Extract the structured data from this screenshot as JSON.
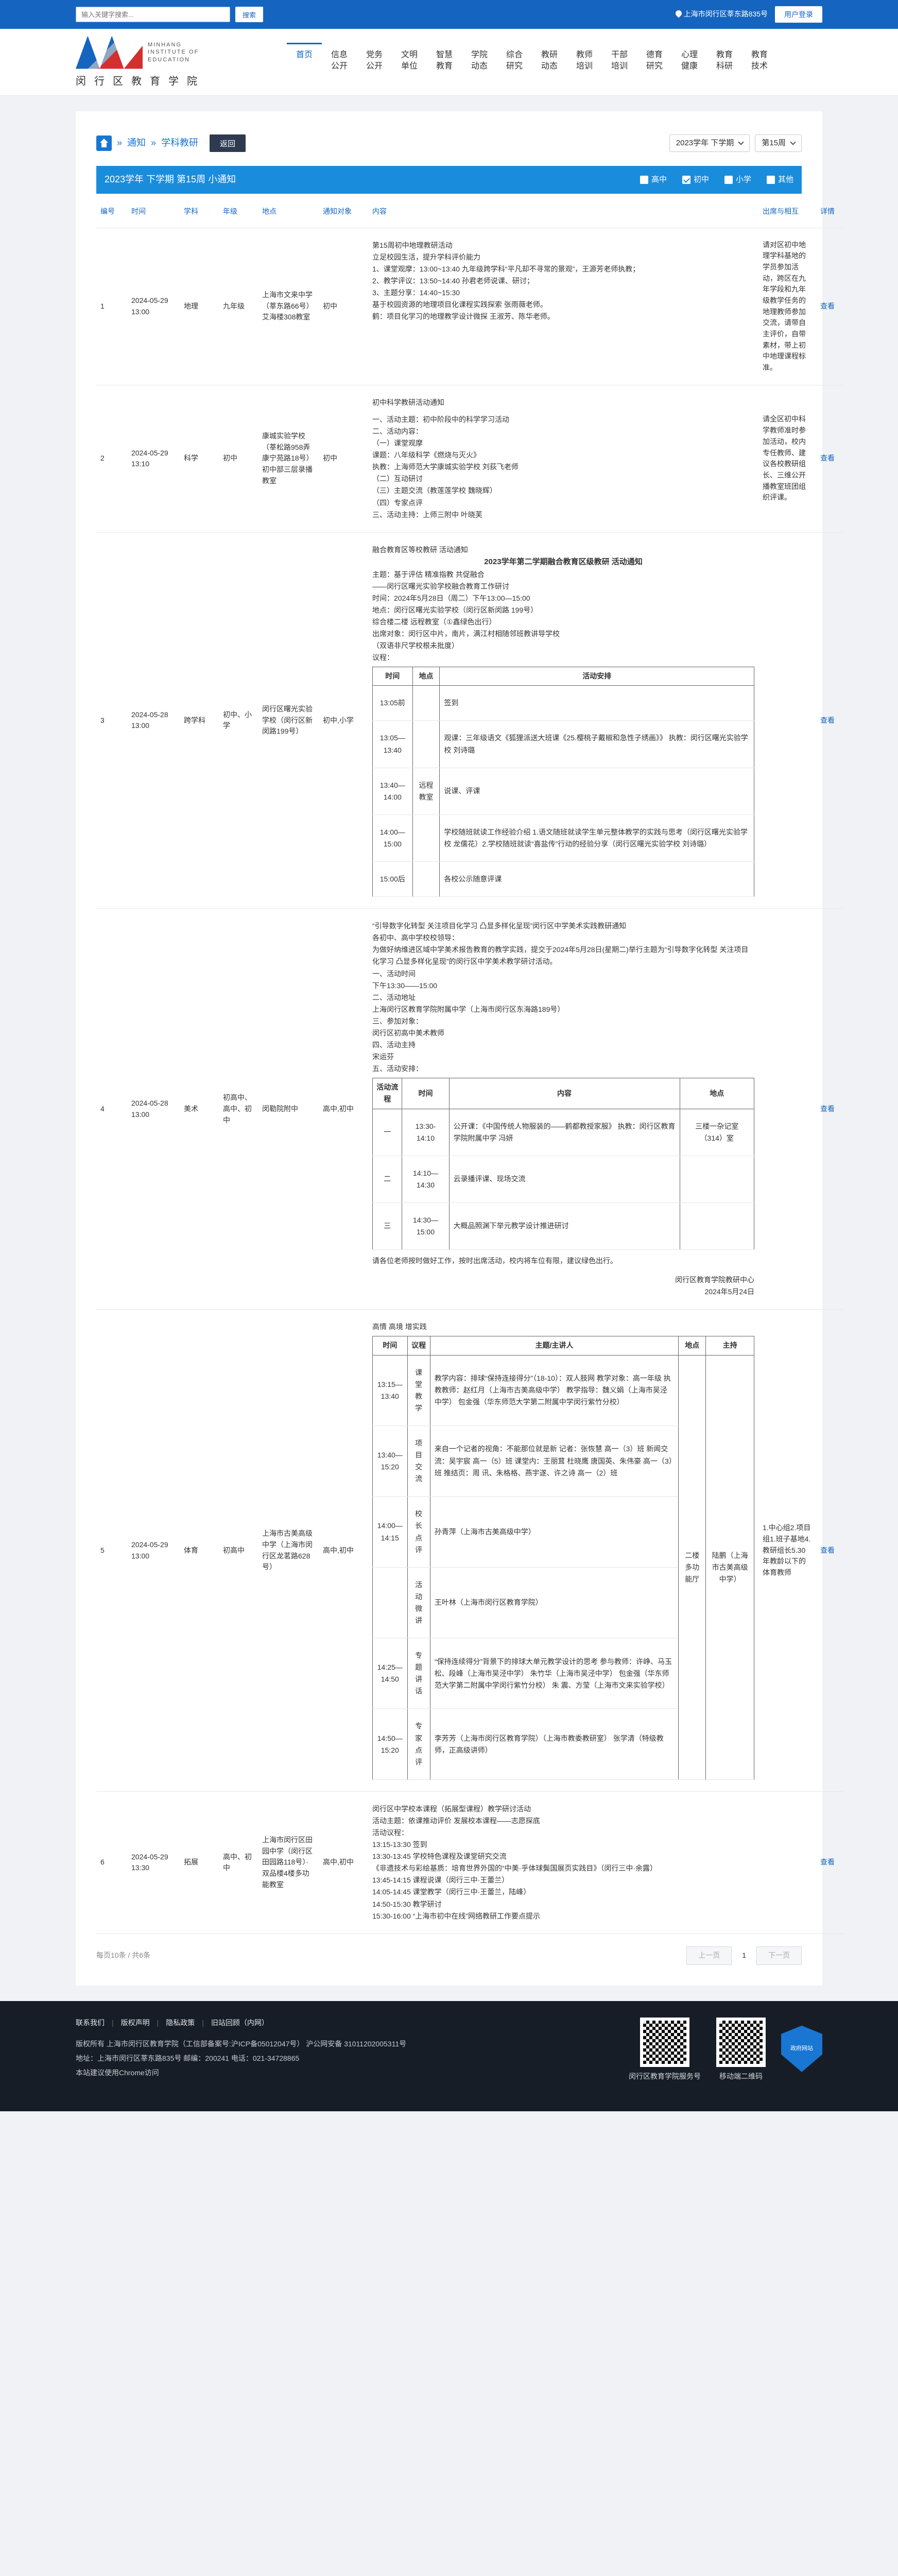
{
  "topbar": {
    "search_placeholder": "输入关键字搜索...",
    "search_label": "搜索",
    "address": "上海市闵行区莘东路835号",
    "login_label": "用户登录"
  },
  "logo": {
    "en_text": "MINHANG INSTITUTE OF EDUCATION",
    "cn_text": "闵行区教育学院"
  },
  "nav": [
    "首页",
    "信息公开",
    "党务公开",
    "文明单位",
    "智慧教育",
    "学院动态",
    "综合研究",
    "教研动态",
    "教师培训",
    "干部培训",
    "德育研究",
    "心理健康",
    "教育科研",
    "教育技术"
  ],
  "breadcrumb": {
    "sep": "»",
    "level1": "通知",
    "level2": "学科教研",
    "back_label": "返回"
  },
  "filters": {
    "term": "2023学年 下学期",
    "week": "第15周"
  },
  "banner": {
    "title": "2023学年 下学期 第15周 小通知",
    "checks": [
      {
        "label": "高中",
        "checked": false
      },
      {
        "label": "初中",
        "checked": true
      },
      {
        "label": "小学",
        "checked": false
      },
      {
        "label": "其他",
        "checked": false
      }
    ]
  },
  "table": {
    "headers": [
      "编号",
      "时间",
      "学科",
      "年级",
      "地点",
      "通知对象",
      "内容",
      "出席与相互",
      "详情"
    ],
    "detail_label": "查看",
    "rows": [
      {
        "no": "1",
        "time": "2024-05-29 13:00",
        "subject": "地理",
        "grade": "九年级",
        "place": "上海市文来中学（莘东路66号）艾海楼308教室",
        "target": "初中",
        "content": [
          "第15周初中地理教研活动",
          "立足校园生活，提升学科评价能力",
          "1、课堂观摩：13:00~13:40 九年级跨学科“平凡却不寻常的景观”，王源芳老师执教；",
          "2、教学评议：13:50~14:40 孙君老师说课、研讨；",
          "3、主题分享：14:40~15:30",
          "基于校园资源的地理项目化课程实践探索  张雨薇老师。",
          "鹤：项目化学习的地理教学设计微探  王淑芳、陈华老师。"
        ],
        "attend": "请对区初中地理学科基地的学员参加活动，跨区在九年学段和九年级教学任务的地理教师参加交流，请带自主评价，自带素材，带上初中地理课程标准。"
      },
      {
        "no": "2",
        "time": "2024-05-29 13:10",
        "subject": "科学",
        "grade": "初中",
        "place": "康城实验学校（莘松路958弄康宁苑路18号）初中部三层录播教室",
        "target": "初中",
        "content": [
          "初中科学教研活动通知",
          "",
          "一、活动主题：初中阶段中的科学学习活动",
          "二、活动内容：",
          "（一）课堂观摩",
          "课题：八年级科学《燃烧与灭火》",
          "执教：上海师范大学康城实验学校  刘荻飞老师",
          "（二）互动研讨",
          "（三）主题交流（教莲莲学校 魏晓辉）",
          "（四）专家点评",
          "三、活动主持：上师三附中  叶晓芙"
        ],
        "attend": "请全区初中科学教师准时参加活动，校内专任教师、建议各校教研组长、三维公开播教室班团组织评课。"
      },
      {
        "no": "3",
        "time": "2024-05-28 13:00",
        "subject": "跨学科",
        "grade": "初中、小学",
        "place": "闵行区曙光实验学校（闵行区新闵路199号）",
        "target": "初中,小学",
        "content_head": [
          "融合教育区等校教研 活动通知"
        ],
        "content_title": "2023学年第二学期融合教育区级教研 活动通知",
        "content_meta": [
          "主题：基于评估 精准指教 共促融合",
          "——闵行区曙光实验学校融合教育工作研讨",
          "时间：2024年5月28日（周二）下午13:00—15:00",
          "地点：闵行区曙光实验学校（闵行区新闵路 199号）",
          "综合楼二楼 远程教室（①鑫绿色出行）",
          "出席对象：闵行区中片，南片，满江村相随邻班教讲导学校",
          "（双语非尺学校根未批度）",
          "议程："
        ],
        "agenda_headers": [
          "时间",
          "地点",
          "活动安排"
        ],
        "agenda": [
          {
            "time": "13:05前",
            "place": "",
            "item": "签到"
          },
          {
            "time": "13:05—13:40",
            "place": "",
            "item": "观课：三年级语文《狐狸派送大班课《25.樱桃子戴椒和急性子绣画》》 执教：闵行区曙光实验学校 刘诗璐"
          },
          {
            "time": "13:40—14:00",
            "place": "远程教室",
            "item": "说课、评课"
          },
          {
            "time": "14:00—15:00",
            "place": "",
            "item": "学校随班就读工作经验介绍 1.语文随班就读学生单元整体教学的实践与思考（闵行区曙光实验学校 龙儒花）2.学校随班就读“喜盐传”行动的经验分享（闵行区曙光实验学校 刘诗璐）"
          },
          {
            "time": "15:00后",
            "place": "",
            "item": "各校公示随意评课"
          }
        ]
      },
      {
        "no": "4",
        "time": "2024-05-28 13:00",
        "subject": "美术",
        "grade": "初高中、高中、初中",
        "place": "闵勒院附中",
        "target": "高中,初中",
        "content": [
          "“引导数字化转型 关注项目化学习 凸显多样化呈现”闵行区中学美术实践教研通知",
          "各初中、高中学校校领导：",
          "为做好纳维进区域中学美术报告教育的教学实践，提交于2024年5月28日(星期二)举行主题为“引导数字化转型 关注项目化学习 凸显多样化呈现”的闵行区中学美术教学研讨活动。",
          "一、活动时间",
          "下午13:30——15:00",
          "二、活动地址",
          "上海闵行区教育学院附属中学（上海市闵行区东海路189号）",
          "三、参加对象：",
          "闵行区初高中美术教师",
          "四、活动主持",
          "宋运芬",
          "五、活动安排："
        ],
        "agenda_headers": [
          "活动流程",
          "时间",
          "内容",
          "地点"
        ],
        "agenda": [
          {
            "step": "一",
            "time": "13:30-14:10",
            "content": "公开课：《中国传统人物服装的——鹤都教授家服》 执教：闵行区教育学院附属中学 冯妍",
            "place": "三楼一杂记室（314）室"
          },
          {
            "step": "二",
            "time": "14:10—14:30",
            "content": "云录播评课、现场交流",
            "place": ""
          },
          {
            "step": "三",
            "time": "14:30—15:00",
            "content": "大概品照渊下举元教学设计推进研讨",
            "place": ""
          }
        ],
        "tail": [
          "请各位老师按时做好工作，按时出席活动，校内将车位有限，建议绿色出行。"
        ],
        "signoff": [
          "闵行区教育学院教研中心",
          "2024年5月24日"
        ]
      },
      {
        "no": "5",
        "time": "2024-05-29 13:00",
        "subject": "体育",
        "grade": "初高中",
        "place": "上海市古美高级中学（上海市闵行区龙茗路628号）",
        "target": "高中,初中",
        "content_head": [
          "高情 高境 增实践"
        ],
        "agenda_headers": [
          "时间",
          "议程",
          "主题/主讲人",
          "地点",
          "主持"
        ],
        "agenda": [
          {
            "time": "13:15—13:40",
            "item": "课堂教学",
            "content": "教学内容：排球“保持连接得分”（18-10）：双人肢网 教学对象：高一年级 执教教师：赵红月（上海市古美高级中学） 教学指导：魏义娟（上海市吴泾中学） 包金强（华东师范大学第二附属中学闵行紫竹分校）",
            "place": "",
            "host": ""
          },
          {
            "time": "13:40—15:20",
            "item": "项目交流",
            "content": "来自一个记者的视角：不能那位就是新 记者：张恢慧 高一（3）班 新闻交流：吴宇宸 高一（5）班 课堂内：王丽茸 杜晓鹰 唐国英、朱伟豪 高一（3）班 推结页：周 讯、朱格格、燕宇遂、许之诗 高一（2）班",
            "place": "",
            "host": ""
          },
          {
            "time": "14:00—14:15",
            "item": "校长点评",
            "content": "孙青萍（上海市古美高级中学）",
            "place": "",
            "host": ""
          },
          {
            "time": "",
            "item": "活动微讲",
            "content": "王叶林（上海市闵行区教育学院）",
            "place": "",
            "host": ""
          },
          {
            "time": "14:25—14:50",
            "item": "专题讲话",
            "content": "“保持连续得分”背景下的排球大单元教学设计的思考 参与教师：许峥、马玉松、段峰（上海市吴泾中学） 朱竹华（上海市吴泾中学） 包金强（华东师范大学第二附属中学闵行紫竹分校） 朱 震、方莹（上海市文来实验学校）",
            "place": "",
            "host": ""
          },
          {
            "time": "14:50—15:20",
            "item": "专家点评",
            "content": "李芳芳（上海市闵行区教育学院）（上海市教委教研室） 张学清（特级教师，正高级讲师）",
            "place": "",
            "host": ""
          }
        ],
        "merged_place": "二楼多功能厅",
        "merged_host": "陆鹏（上海市古美高级中学）",
        "attend": "1.中心组2.项目组1.班子基地4.教研组长5.30年教龄以下的体育教师"
      },
      {
        "no": "6",
        "time": "2024-05-29 13:30",
        "subject": "拓展",
        "grade": "高中、初中",
        "place": "上海市闵行区田园中学（闵行区田园路118号）·双品楼4楼多功能教室",
        "target": "高中,初中",
        "content": [
          "闵行区中学校本课程（拓展型课程）教学研讨活动",
          "活动主题：依课推动评价 发展校本课程——志愿探底",
          "活动议程：",
          "13:15-13:30  签到",
          "13:30-13:45  学校特色课程及课堂研究交流",
          "《非遗技术与彩绘基质：培育世界外国的“中美·乎体球鬓国展页实践目》（闵行三中·余露）",
          "13:45-14:15  课程说课（闵行三中·王蕾兰）",
          "14:05-14:45  课堂教学（闵行三中·王蕾兰，陆峰）",
          "14:50-15:30  教学研讨",
          "15:30-16:00  “上海市初中在线”网络教研工作要点提示"
        ],
        "attend": ""
      }
    ]
  },
  "pager": {
    "summary": "每页10条 / 共6条",
    "prev": "上一页",
    "page": "1",
    "next": "下一页"
  },
  "footer": {
    "links": [
      "联系我们",
      "版权声明",
      "隐私政策",
      "旧站回顾（内网）"
    ],
    "info": [
      "版权所有 上海市闵行区教育学院（工信部备案号:沪ICP备05012047号）  沪公网安备 31011202005311号",
      "地址：上海市闵行区莘东路835号 邮编：200241 电话：021-34728865",
      "本站建议使用Chrome访问"
    ],
    "qr1": "闵行区教育学院服务号",
    "qr2": "移动端二维码",
    "badge": "政府网站"
  }
}
